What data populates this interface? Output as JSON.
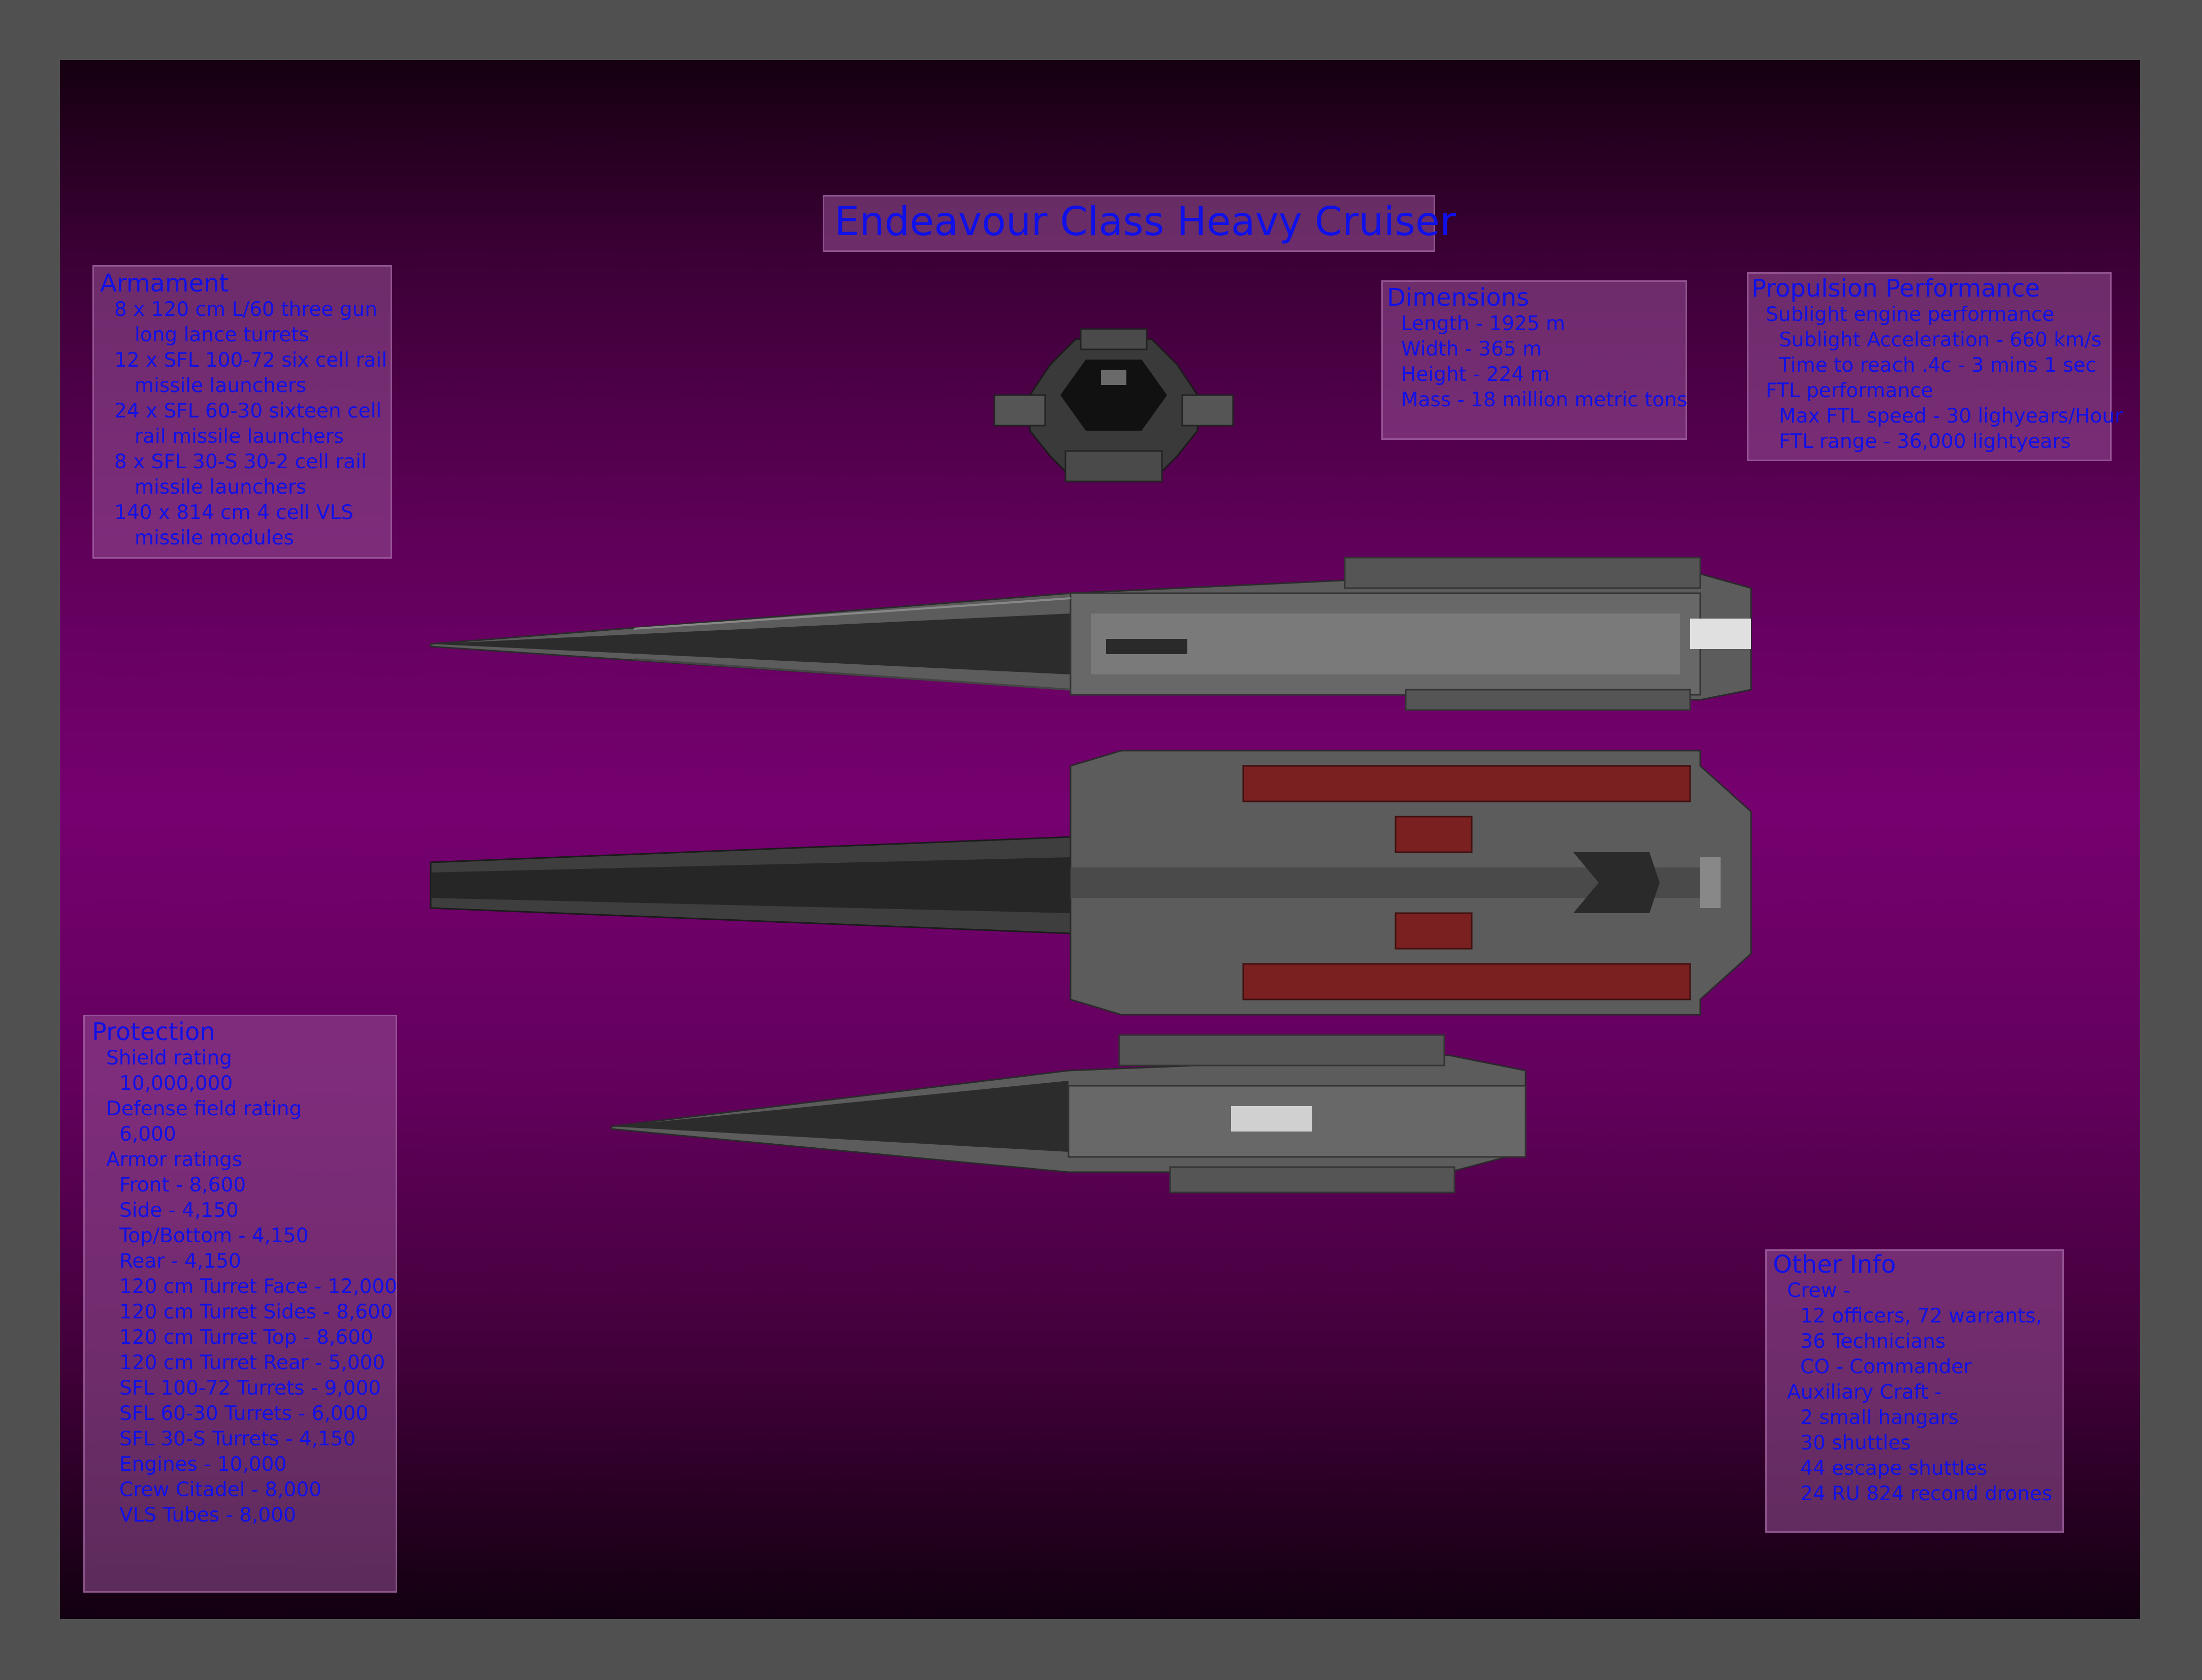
{
  "title": "Endeavour Class Heavy Cruiser",
  "armament": {
    "heading": "Armament",
    "lines": [
      "8 x 120 cm L/60 three gun",
      "long lance turrets",
      "12 x SFL 100-72 six cell rail",
      "missile launchers",
      "24 x SFL 60-30 sixteen cell",
      "rail missile launchers",
      "8 x SFL 30-S 30-2 cell rail",
      "missile launchers",
      "140 x 814 cm 4 cell VLS",
      "missile modules"
    ]
  },
  "dimensions": {
    "heading": "Dimensions",
    "lines": [
      "Length - 1925 m",
      "Width - 365 m",
      "Height - 224 m",
      "Mass - 18 million metric tons"
    ]
  },
  "propulsion": {
    "heading": "Propulsion Performance",
    "lines": [
      "Sublight engine performance",
      "Sublight Acceleration - 660 km/s",
      "Time to reach .4c - 3 mins 1 sec",
      "FTL performance",
      "Max FTL speed - 30 lighyears/Hour",
      "FTL range - 36,000 lightyears"
    ]
  },
  "protection": {
    "heading": "Protection",
    "lines": [
      "Shield rating",
      "10,000,000",
      "Defense field rating",
      "6,000",
      "Armor ratings",
      "Front - 8,600",
      "Side - 4,150",
      "Top/Bottom - 4,150",
      "Rear - 4,150",
      "120 cm Turret Face - 12,000",
      "120 cm Turret Sides - 8,600",
      "120 cm Turret Top - 8,600",
      "120 cm Turret Rear - 5,000",
      "SFL 100-72 Turrets - 9,000",
      "SFL 60-30 Turrets - 6,000",
      "SFL 30-S Turrets - 4,150",
      "Engines - 10,000",
      "Crew Citadel - 8,000",
      "VLS Tubes - 8,000"
    ]
  },
  "other": {
    "heading": "Other Info",
    "lines": [
      "Crew -",
      "12 officers, 72 warrants,",
      "36 Technicians",
      "CO - Commander",
      "Auxiliary Craft -",
      "2 small hangars",
      "30 shuttles",
      "44 escape shuttles",
      "24 RU 824 recond drones"
    ]
  },
  "colors": {
    "text": "#1010e8",
    "frame": "#505050",
    "panel": "#9a509a",
    "hull": "#5c5c5c",
    "hull_dark": "#2a2a2a",
    "hangar_red": "#7a2020"
  }
}
